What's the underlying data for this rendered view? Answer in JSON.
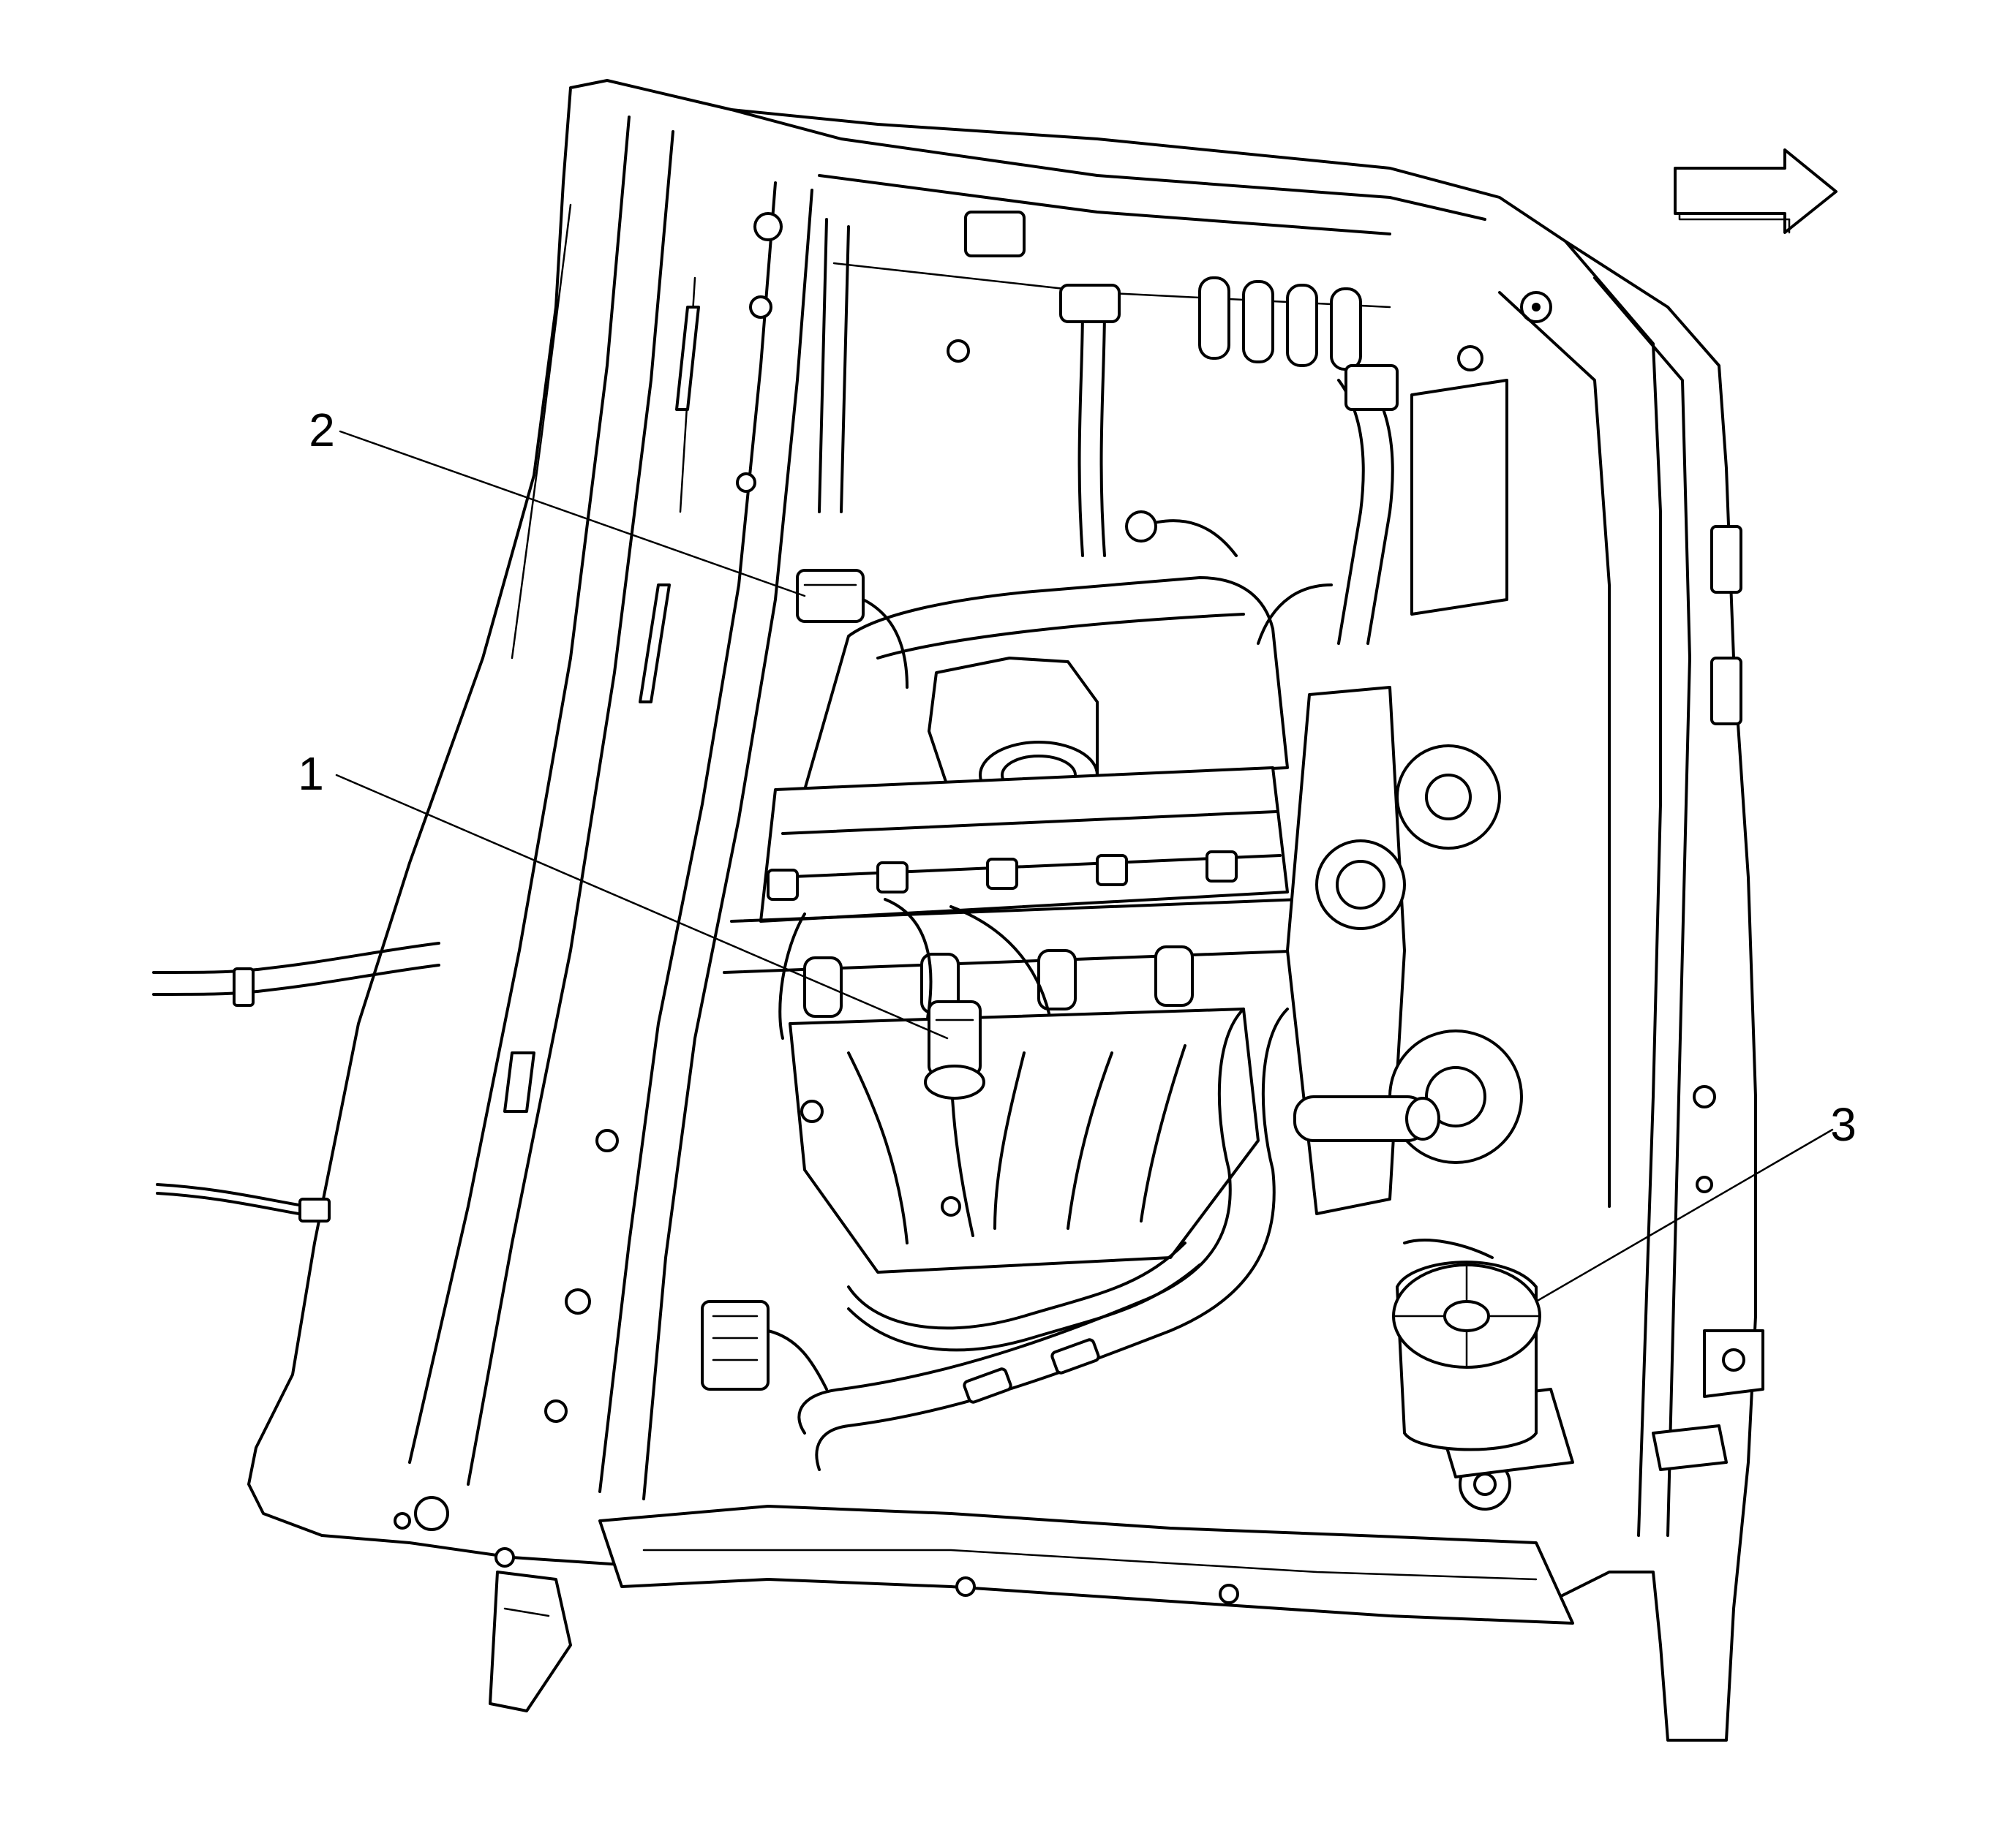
{
  "callouts": [
    {
      "id": "1",
      "label": "1",
      "part": "ignition-coil-connector"
    },
    {
      "id": "2",
      "label": "2",
      "part": "intake-sensor-connector"
    },
    {
      "id": "3",
      "label": "3",
      "part": "coolant-reservoir-cap"
    }
  ],
  "direction_arrow": {
    "icon": "right-arrow-icon",
    "meaning": "forward"
  },
  "colors": {
    "line": "#000000",
    "background": "#ffffff"
  }
}
